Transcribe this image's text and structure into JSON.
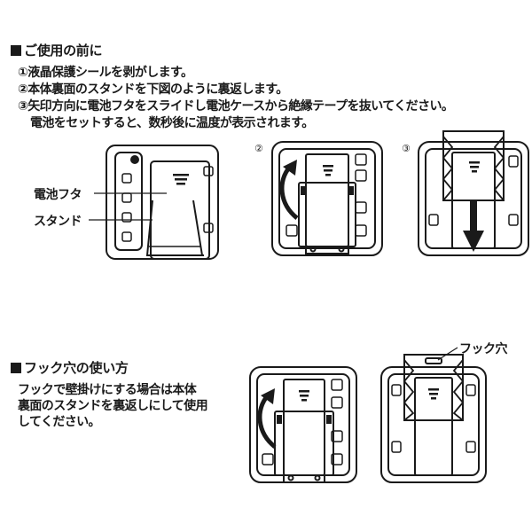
{
  "before_use": {
    "title": "ご使用の前に",
    "steps": [
      "①液晶保護シールを剥がします。",
      "②本体裏面のスタンドを下図のように裏返します。",
      "③矢印方向に電池フタをスライドし電池ケースから絶縁テープを抜いてください。",
      "電池をセットすると、数秒後に温度が表示されます。"
    ],
    "labels": {
      "battery_cover": "電池フタ",
      "stand": "スタンド"
    },
    "figure_numbers": [
      "②",
      "③"
    ]
  },
  "hook_hole": {
    "title": "フック穴の使い方",
    "lines": [
      "フックで壁掛けにする場合は本体",
      "裏面のスタンドを裏返しにして使用",
      "してください。"
    ],
    "label": "フック穴"
  }
}
